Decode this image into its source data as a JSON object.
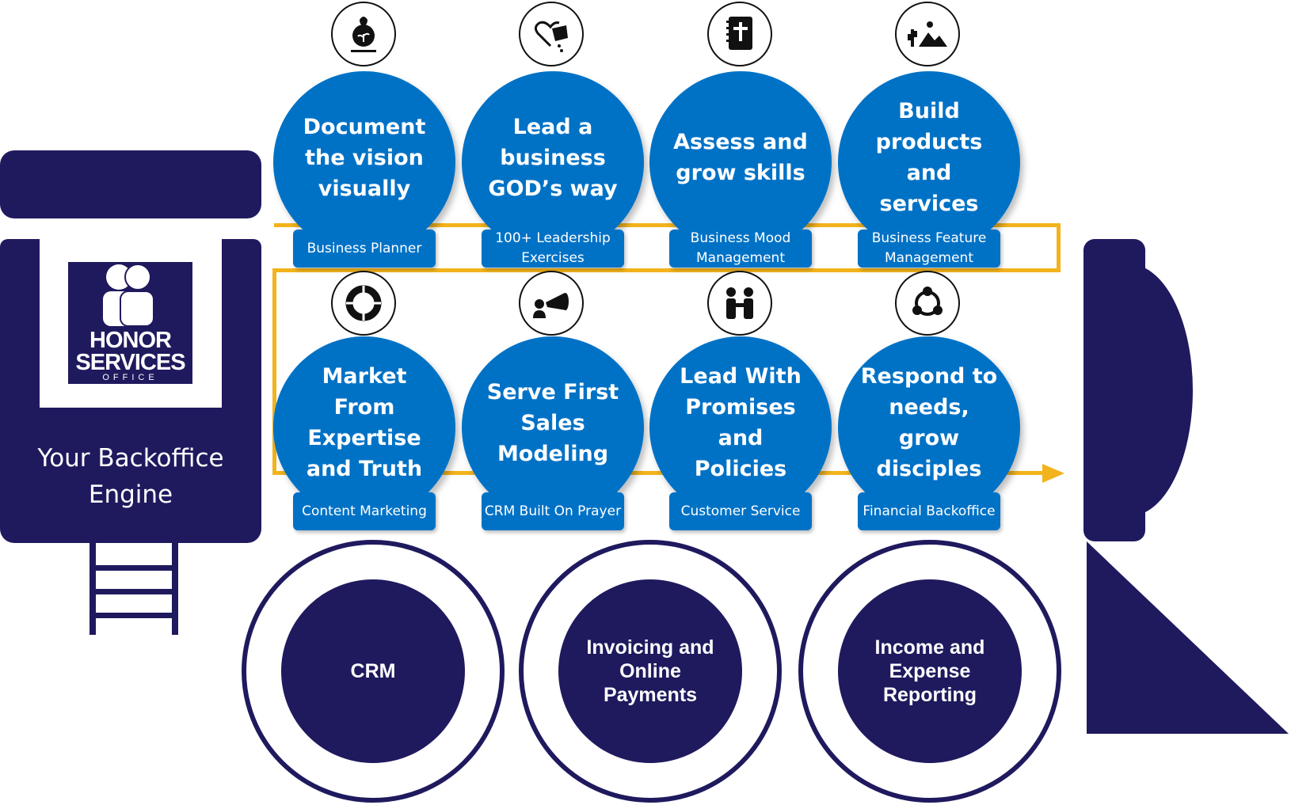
{
  "colors": {
    "navy": "#1f1a5e",
    "blue": "#0072c6",
    "gold": "#f2b31c"
  },
  "logo": {
    "line1": "HONOR",
    "line2": "SERVICES",
    "line3": "OFFICE"
  },
  "engine_label": "Your Backoffice Engine",
  "top_row": [
    {
      "icon": "lightbulb-plant-icon",
      "title": "Document the vision visually",
      "tag": "Business Planner"
    },
    {
      "icon": "heart-pour-icon",
      "title": "Lead a business GOD’s way",
      "tag": "100+ Leadership Exercises"
    },
    {
      "icon": "bible-icon",
      "title": "Assess and grow skills",
      "tag": "Business Mood Management"
    },
    {
      "icon": "landscape-icon",
      "title": "Build products and services",
      "tag": "Business Feature Management"
    }
  ],
  "bottom_row": [
    {
      "icon": "lifebuoy-icon",
      "title": "Market From Expertise and Truth",
      "tag": "Content Marketing"
    },
    {
      "icon": "megaphone-icon",
      "title": "Serve First Sales Modeling",
      "tag": "CRM Built On Prayer"
    },
    {
      "icon": "handshake-icon",
      "title": "Lead With Promises and Policies",
      "tag": "Customer Service"
    },
    {
      "icon": "network-icon",
      "title": "Respond to needs, grow disciples",
      "tag": "Financial Backoffice"
    }
  ],
  "wheels": [
    "CRM",
    "Invoicing and Online Payments",
    "Income and Expense Reporting"
  ]
}
